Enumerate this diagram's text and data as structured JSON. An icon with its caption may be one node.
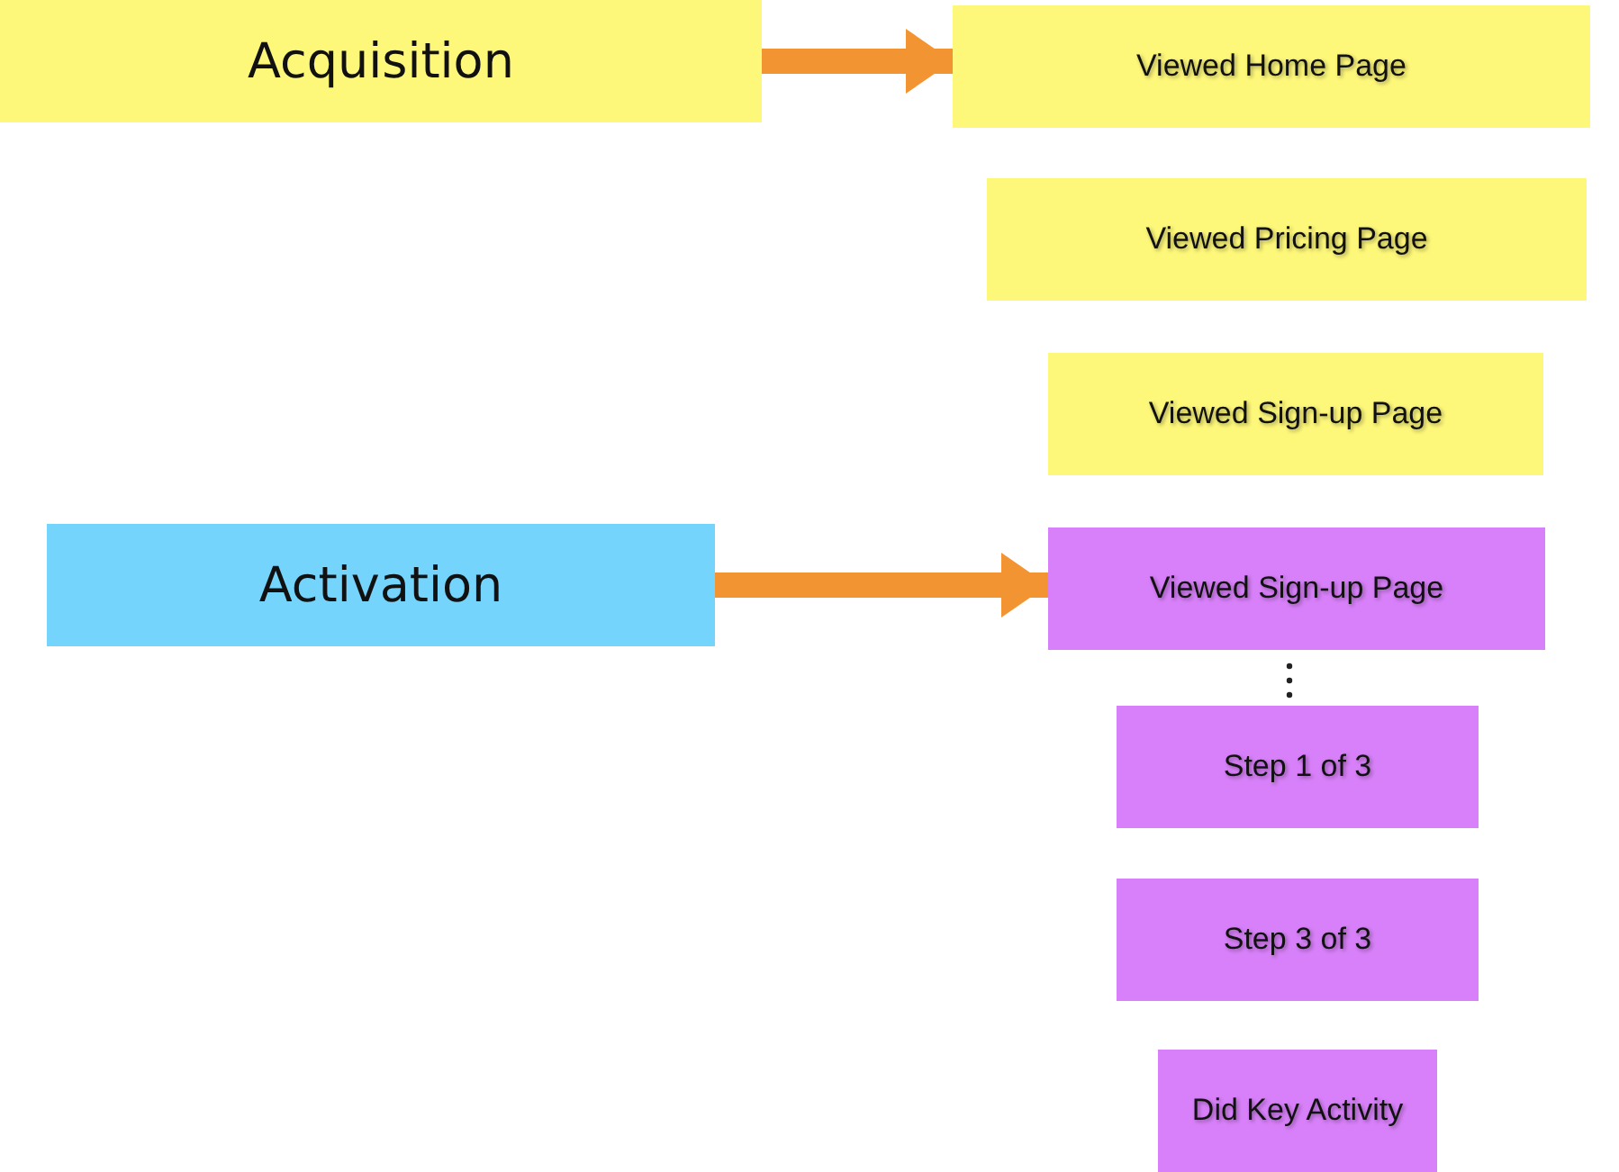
{
  "diagram": {
    "nodes": [
      {
        "text": [
          "Acquisition"
        ]
      },
      {
        "text": [
          "Viewed Home Page"
        ]
      },
      {
        "text": [
          "Viewed Pricing Page"
        ]
      },
      {
        "text": [
          "Viewed Sign-up Page"
        ]
      },
      {
        "text": [
          "Activation"
        ]
      },
      {
        "text": [
          "Viewed Sign-up Page"
        ]
      },
      {
        "text": [
          "Step 1 of 3"
        ]
      },
      {
        "text": [
          "Step 3 of 3"
        ]
      },
      {
        "text": [
          "Did Key Activity"
        ]
      }
    ],
    "edges": [
      {
        "from": 0,
        "to": 1,
        "arrow": "to"
      },
      {
        "from": 4,
        "to": 5,
        "arrow": "to"
      }
    ]
  }
}
